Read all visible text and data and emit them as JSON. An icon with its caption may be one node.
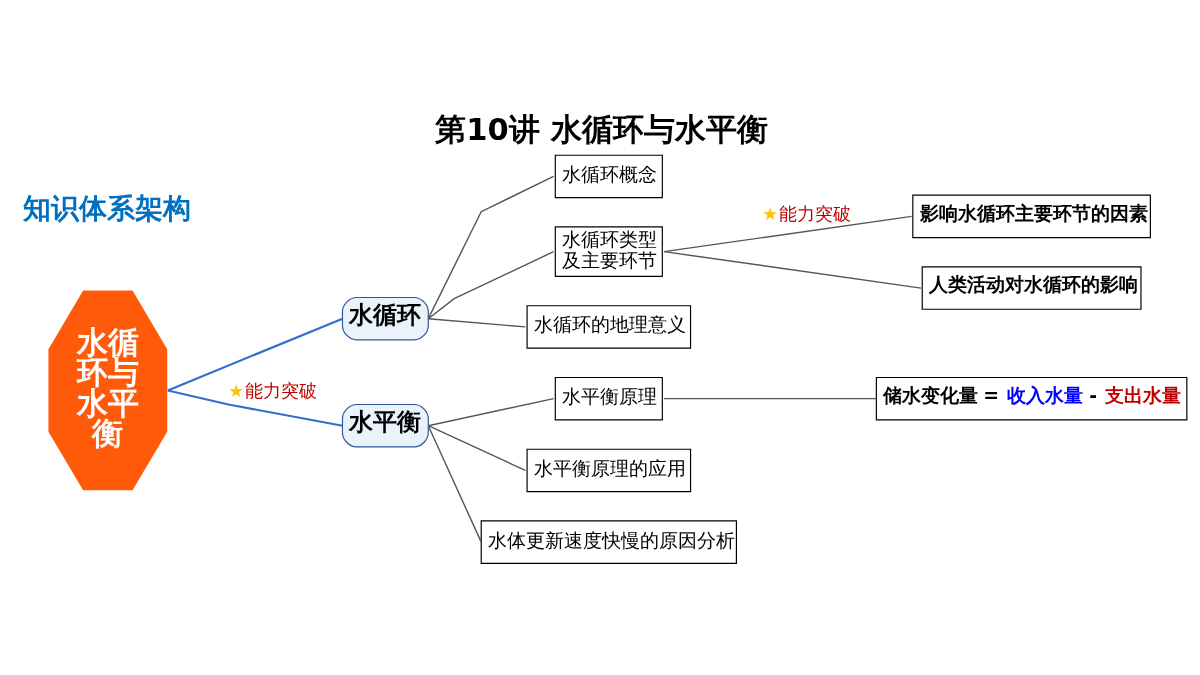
{
  "diagram": {
    "title": "第10讲 水循环与水平衡",
    "nodes": [
      {
        "text": [
          "水循环与水平衡"
        ]
      },
      {
        "text": [
          "水循环"
        ]
      },
      {
        "text": [
          "水循环概念"
        ]
      },
      {
        "text": [
          "水循环类型及主要环节"
        ]
      },
      {
        "text": [
          "水循环的地理意义"
        ]
      },
      {
        "text": [
          "影响水循环主要环节的因素"
        ]
      },
      {
        "text": [
          "人类活动对水循环的影响"
        ]
      },
      {
        "text": [
          "水平衡"
        ]
      },
      {
        "text": [
          "水平衡原理"
        ]
      },
      {
        "text": [
          "储水变化量 = 收入水量 - 支出水量"
        ]
      },
      {
        "text": [
          "水平衡原理的应用"
        ]
      },
      {
        "text": [
          "水体更新速度快慢的原因分析"
        ]
      }
    ],
    "edges": [
      {
        "from": 0,
        "to": 1,
        "arrow": "none",
        "color": "#2f6fd0"
      },
      {
        "from": 0,
        "to": 7,
        "arrow": "none",
        "color": "#2f6fd0",
        "label": "★能力突破"
      },
      {
        "from": 1,
        "to": 2,
        "arrow": "none"
      },
      {
        "from": 1,
        "to": 3,
        "arrow": "none"
      },
      {
        "from": 1,
        "to": 4,
        "arrow": "none"
      },
      {
        "from": 3,
        "to": 5,
        "arrow": "none",
        "label": "★能力突破"
      },
      {
        "from": 3,
        "to": 6,
        "arrow": "none"
      },
      {
        "from": 7,
        "to": 8,
        "arrow": "none"
      },
      {
        "from": 8,
        "to": 9,
        "arrow": "none"
      },
      {
        "from": 7,
        "to": 10,
        "arrow": "none"
      },
      {
        "from": 7,
        "to": 11,
        "arrow": "none"
      }
    ],
    "labels": [
      "知识体系架构"
    ]
  }
}
